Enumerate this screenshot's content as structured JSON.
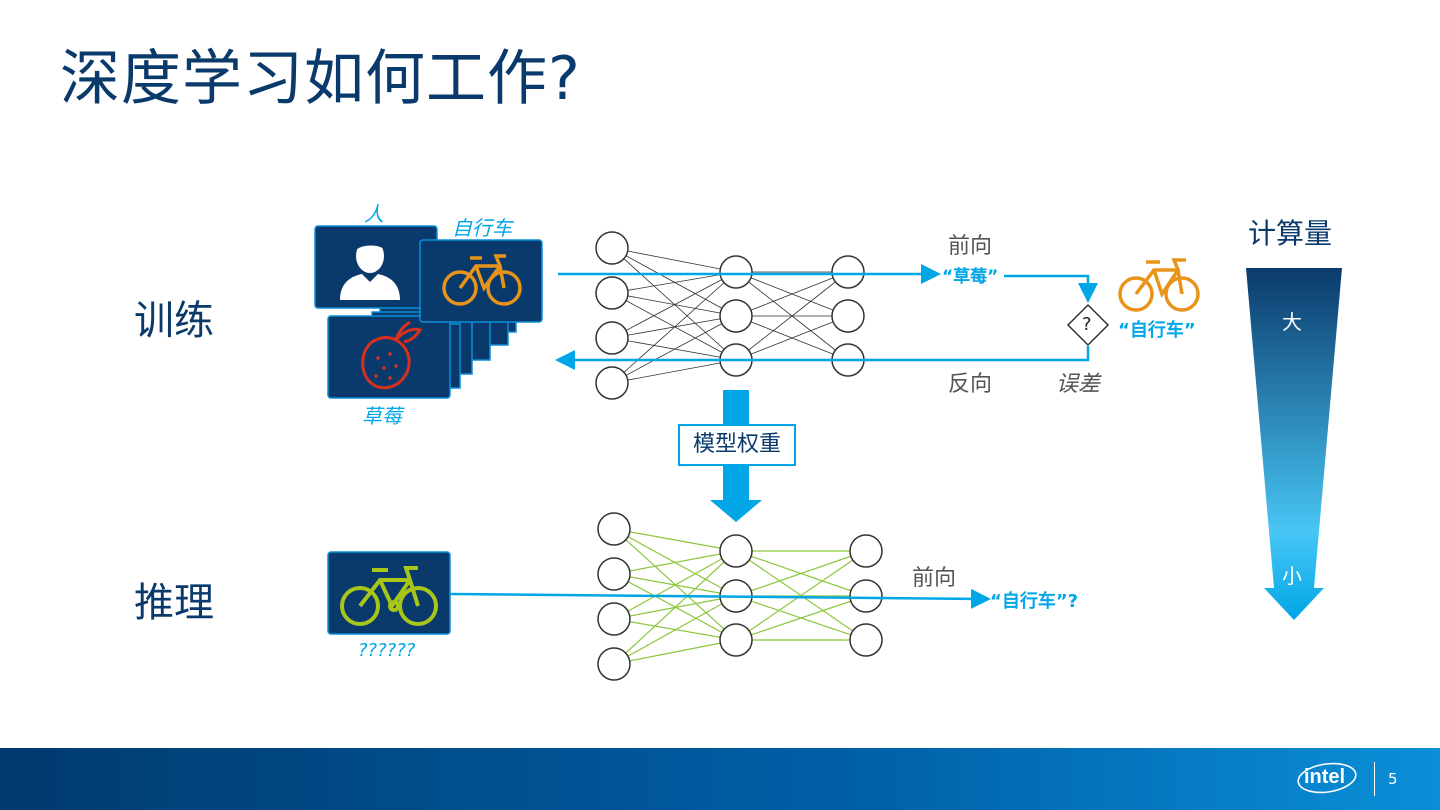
{
  "title": "深度学习如何工作?",
  "training": {
    "section_label": "训练",
    "images": [
      {
        "label": "人",
        "icon": "person-icon"
      },
      {
        "label": "自行车",
        "icon": "bicycle-icon"
      },
      {
        "label": "草莓",
        "icon": "strawberry-icon"
      }
    ],
    "forward_label": "前向",
    "forward_output": "“草莓”",
    "backward_label": "反向",
    "error_label": "误差",
    "compare_symbol": "?",
    "target_label": "“自行车”"
  },
  "model_weights_label": "模型权重",
  "inference": {
    "section_label": "推理",
    "image_label": "??????",
    "forward_label": "前向",
    "output": "“自行车”?"
  },
  "compute": {
    "title": "计算量",
    "high": "大",
    "low": "小"
  },
  "footer": {
    "logo": "intel",
    "page_number": "5"
  },
  "colors": {
    "title": "#0a3a6b",
    "accent": "#00a6e6",
    "bike_orange": "#e8941a",
    "strawberry_red": "#d8301e",
    "inference_green": "#8cc63f"
  }
}
